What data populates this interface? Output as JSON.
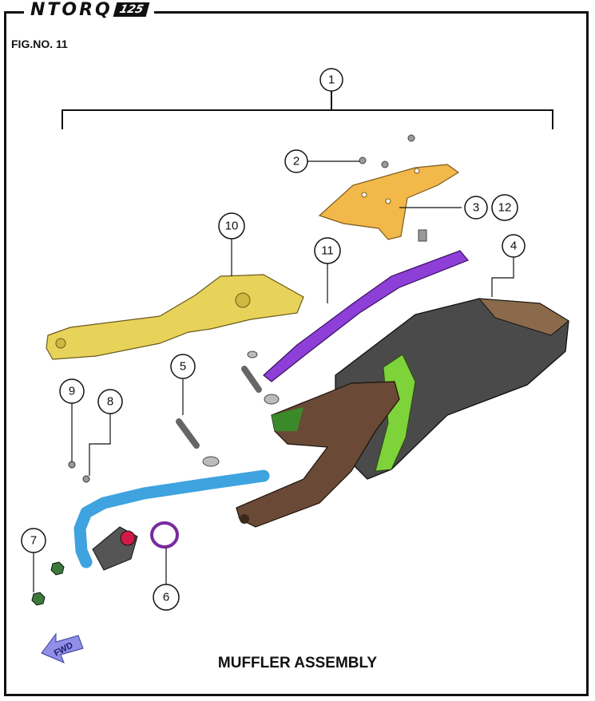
{
  "brand": {
    "logo_text": "NTORQ",
    "logo_number": "125"
  },
  "figure_label": "FIG.NO. 11",
  "title": "MUFFLER ASSEMBLY",
  "callouts": [
    "1",
    "2",
    "3",
    "12",
    "4",
    "10",
    "11",
    "5",
    "9",
    "8",
    "7",
    "6"
  ],
  "fwd_label": "FWD",
  "colors": {
    "heat_guard": "#f2b84a",
    "cover": "#e8d35a",
    "protector_strip": "#8d3fd8",
    "exhaust_pipe": "#3ea3df",
    "muffler_body": "#3a3a3a",
    "muffler_band": "#7ed23a",
    "bracket": "#6a4a36",
    "gasket": "#7a2a9e",
    "fwd_arrow": "#8f8fe8"
  }
}
